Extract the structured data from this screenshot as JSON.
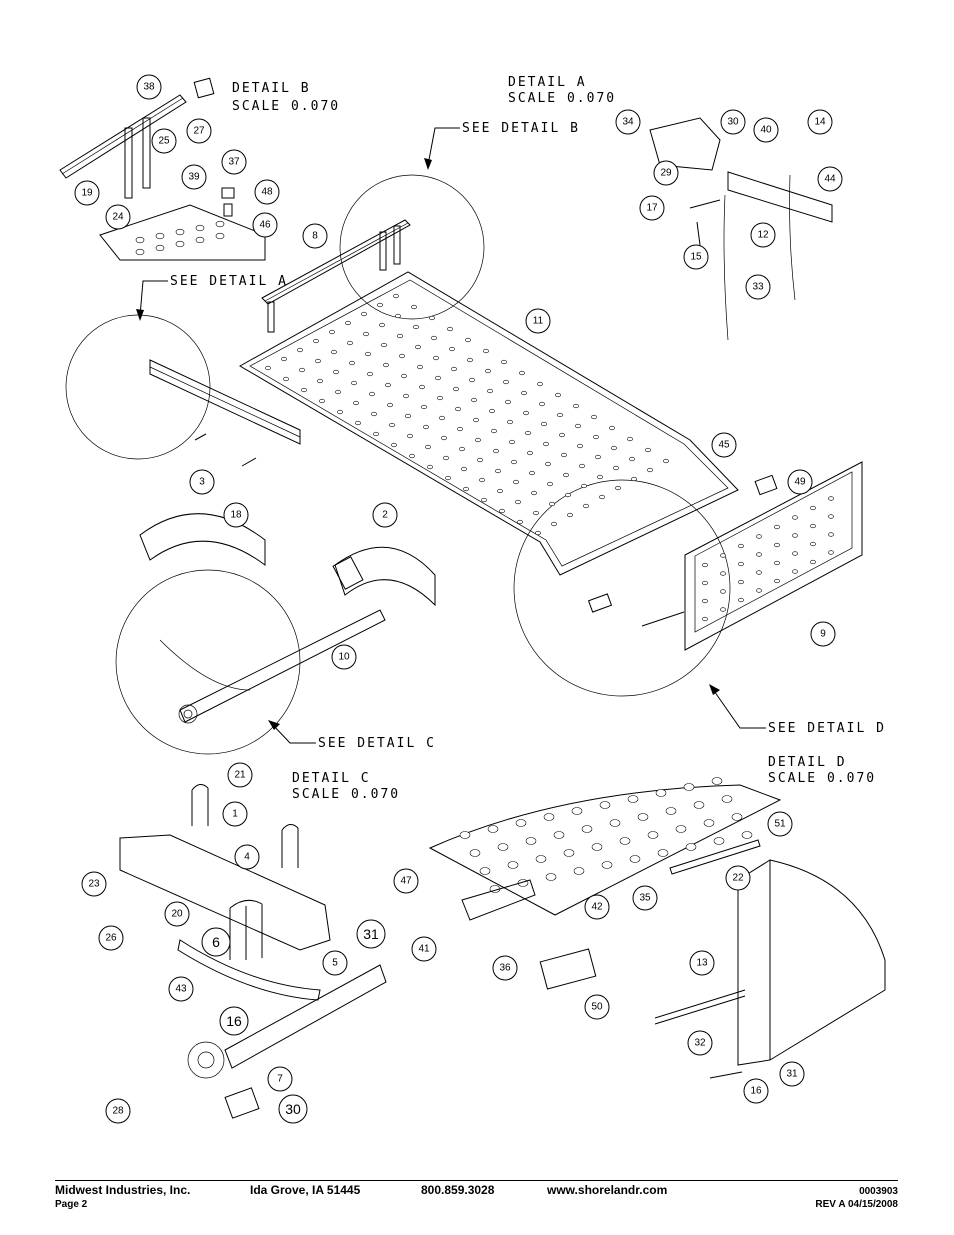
{
  "details": {
    "a": {
      "title": "DETAIL  A",
      "scale": "SCALE  0.070"
    },
    "b": {
      "title": "DETAIL  B",
      "scale": "SCALE  0.070"
    },
    "c": {
      "title": "DETAIL  C",
      "scale": "SCALE  0.070"
    },
    "d": {
      "title": "DETAIL  D",
      "scale": "SCALE  0.070"
    }
  },
  "see_labels": {
    "a": "SEE DETAIL A",
    "b": "SEE  DETAIL  B",
    "c": "SEE  DETAIL  C",
    "d": "SEE  DETAIL  D"
  },
  "callouts": [
    "38",
    "25",
    "27",
    "19",
    "24",
    "39",
    "37",
    "48",
    "46",
    "34",
    "30",
    "40",
    "14",
    "29",
    "44",
    "17",
    "12",
    "15",
    "33",
    "8",
    "11",
    "45",
    "49",
    "3",
    "18",
    "2",
    "10",
    "9",
    "21",
    "1",
    "4",
    "23",
    "26",
    "20",
    "6",
    "31",
    "43",
    "5",
    "16",
    "28",
    "7",
    "30",
    "47",
    "41",
    "36",
    "42",
    "50",
    "51",
    "22",
    "35",
    "13",
    "32",
    "31",
    "16"
  ],
  "footer": {
    "company": "Midwest Industries, Inc.",
    "city": "Ida Grove, IA  51445",
    "phone": "800.859.3028",
    "website": "www.shorelandr.com",
    "doc_number": "0003903",
    "page": "Page 2",
    "revision": "REV A  04/15/2008"
  }
}
